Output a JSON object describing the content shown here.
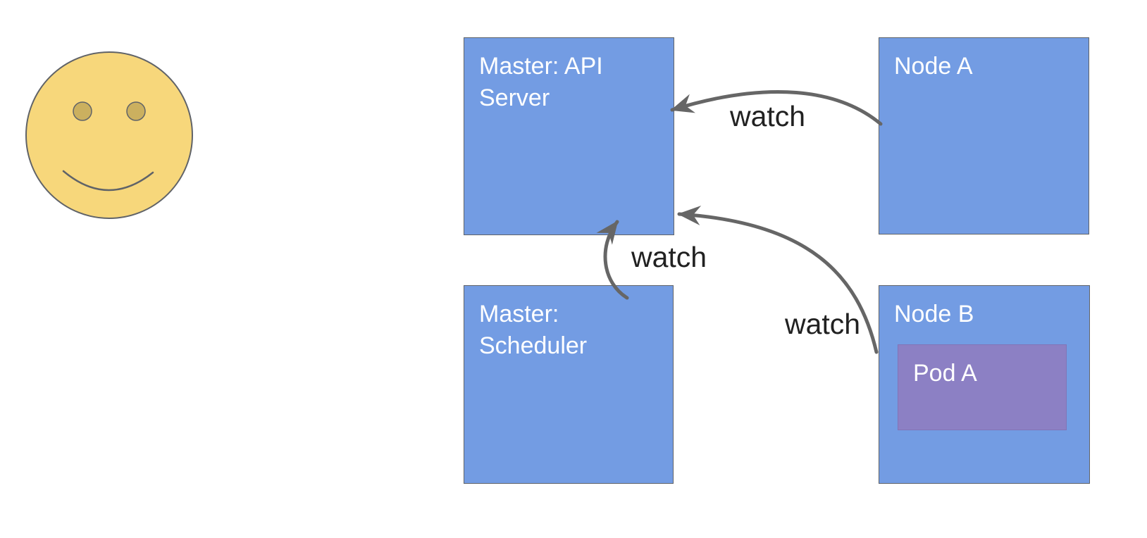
{
  "diagram": {
    "background": "#ffffff",
    "smiley": {
      "fill": "#F7D77B",
      "eye_fill": "#CBB05F",
      "stroke": "#606368"
    },
    "colors": {
      "box_fill": "#739CE3",
      "box_border": "#5F6368",
      "box_text": "#FFFFFF",
      "pod_fill": "#8C80C4",
      "pod_border": "#8274B6",
      "arrow": "#666666",
      "edge_label_text": "#212121"
    },
    "boxes": {
      "api_server": {
        "label": "Master: API Server"
      },
      "node_a": {
        "label": "Node A"
      },
      "scheduler": {
        "label": "Master: Scheduler"
      },
      "node_b": {
        "label": "Node B"
      },
      "pod_a": {
        "label": "Pod A"
      }
    },
    "edges": [
      {
        "from": "node_a",
        "to": "api_server",
        "label": "watch"
      },
      {
        "from": "scheduler",
        "to": "api_server",
        "label": "watch"
      },
      {
        "from": "node_b",
        "to": "api_server",
        "label": "watch"
      }
    ]
  }
}
